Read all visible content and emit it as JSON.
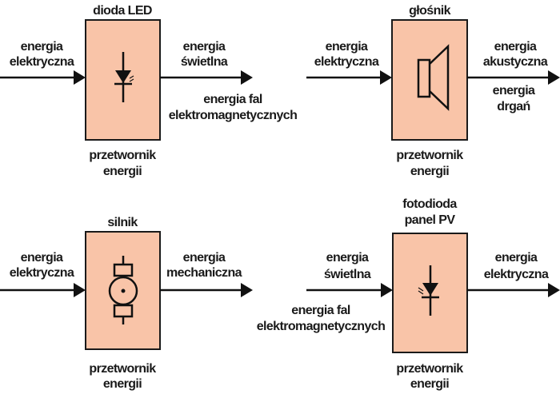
{
  "blocks": [
    {
      "title": [
        "dioda LED"
      ],
      "input": [
        "energia",
        "elektryczna"
      ],
      "output": [
        "energia",
        "świetlna"
      ],
      "output2": [
        "energia fal",
        "elektromagnetycznych"
      ],
      "footer": [
        "przetwornik",
        "energii"
      ],
      "icon": "led-diode-icon"
    },
    {
      "title": [
        "głośnik"
      ],
      "input": [
        "energia",
        "elektryczna"
      ],
      "output": [
        "energia",
        "akustyczna"
      ],
      "output2": [
        "energia",
        "drgań"
      ],
      "footer": [
        "przetwornik",
        "energii"
      ],
      "icon": "speaker-icon"
    },
    {
      "title": [
        "silnik"
      ],
      "input": [
        "energia",
        "elektryczna"
      ],
      "output": [
        "energia",
        "mechaniczna"
      ],
      "footer": [
        "przetwornik",
        "energii"
      ],
      "icon": "motor-icon"
    },
    {
      "title": [
        "fotodioda",
        "panel PV"
      ],
      "input": [
        "energia",
        "świetlna"
      ],
      "input2": [
        "energia fal",
        "elektromagnetycznych"
      ],
      "output": [
        "energia",
        "elektryczna"
      ],
      "footer": [
        "przetwornik",
        "energii"
      ],
      "icon": "photodiode-icon"
    }
  ],
  "colors": {
    "box": "#f9c4a8",
    "line": "#111111"
  }
}
